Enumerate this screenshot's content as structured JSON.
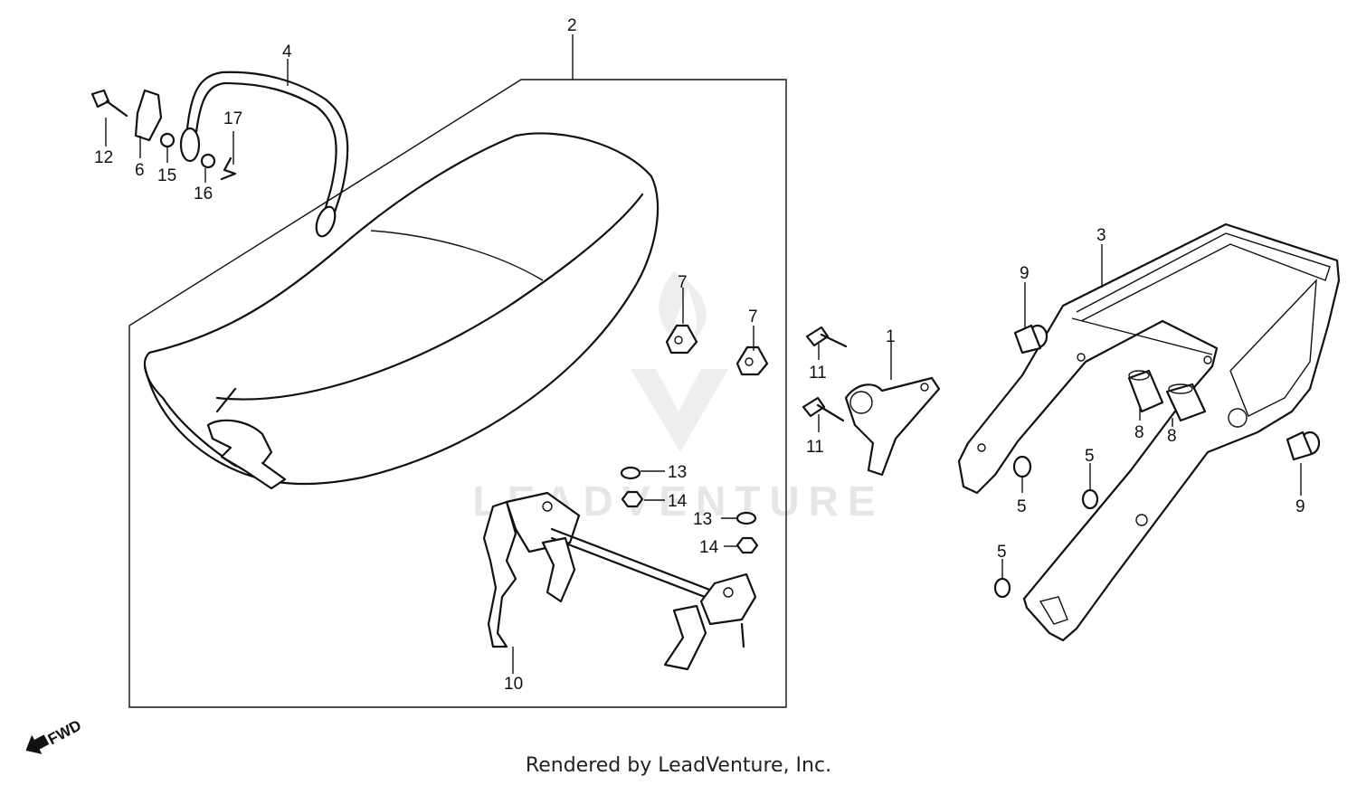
{
  "watermark": {
    "text": "LEADVENTURE"
  },
  "footer": {
    "credit": "Rendered by LeadVenture, Inc."
  },
  "direction": {
    "label": "FWD"
  },
  "labels": {
    "l1": "1",
    "l2": "2",
    "l3": "3",
    "l4": "4",
    "l5a": "5",
    "l5b": "5",
    "l5c": "5",
    "l6": "6",
    "l7a": "7",
    "l7b": "7",
    "l8a": "8",
    "l8b": "8",
    "l9a": "9",
    "l9b": "9",
    "l10": "10",
    "l11a": "11",
    "l11b": "11",
    "l12": "12",
    "l13a": "13",
    "l13b": "13",
    "l14a": "14",
    "l14b": "14",
    "l15": "15",
    "l16": "16",
    "l17": "17"
  }
}
